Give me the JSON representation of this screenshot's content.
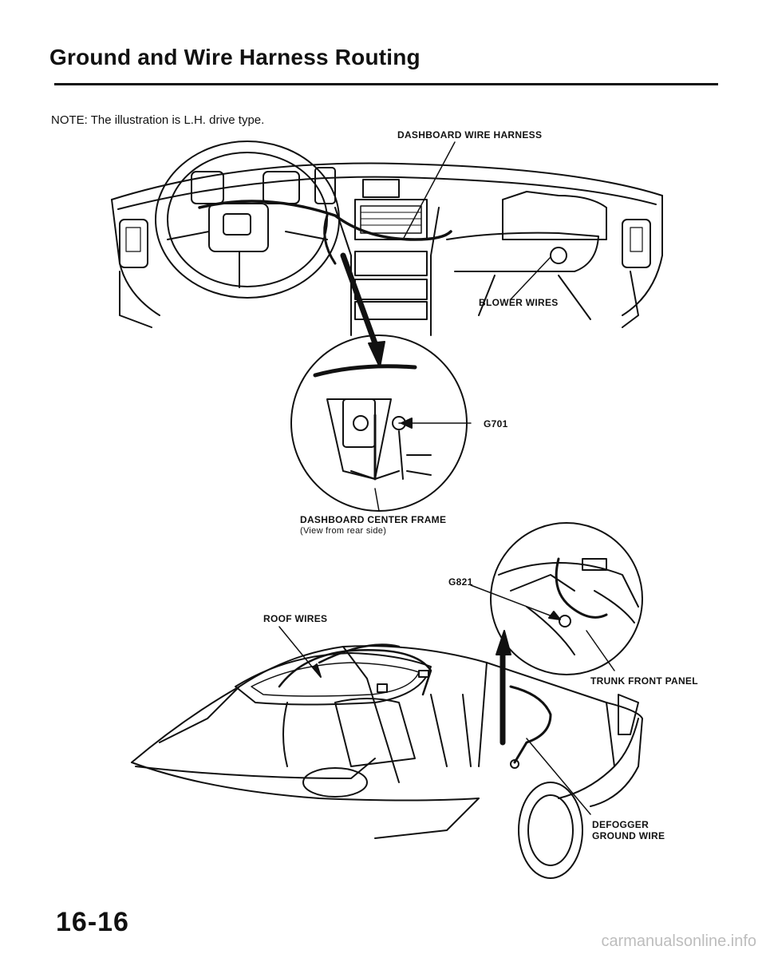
{
  "header": {
    "title": "Ground and Wire Harness Routing"
  },
  "note": "NOTE: The illustration is L.H. drive type.",
  "callouts": {
    "dashboard_wire_harness": "DASHBOARD WIRE HARNESS",
    "blower_wires": "BLOWER WIRES",
    "g701": "G701",
    "dashboard_center_frame": "DASHBOARD CENTER FRAME",
    "dashboard_center_frame_sub": "(View from rear side)",
    "g821": "G821",
    "roof_wires": "ROOF WIRES",
    "trunk_front_panel": "TRUNK FRONT PANEL",
    "defogger_ground_wire_1": "DEFOGGER",
    "defogger_ground_wire_2": "GROUND WIRE"
  },
  "footer": {
    "page_number": "16-16",
    "watermark": "carmanualsonline.info"
  }
}
